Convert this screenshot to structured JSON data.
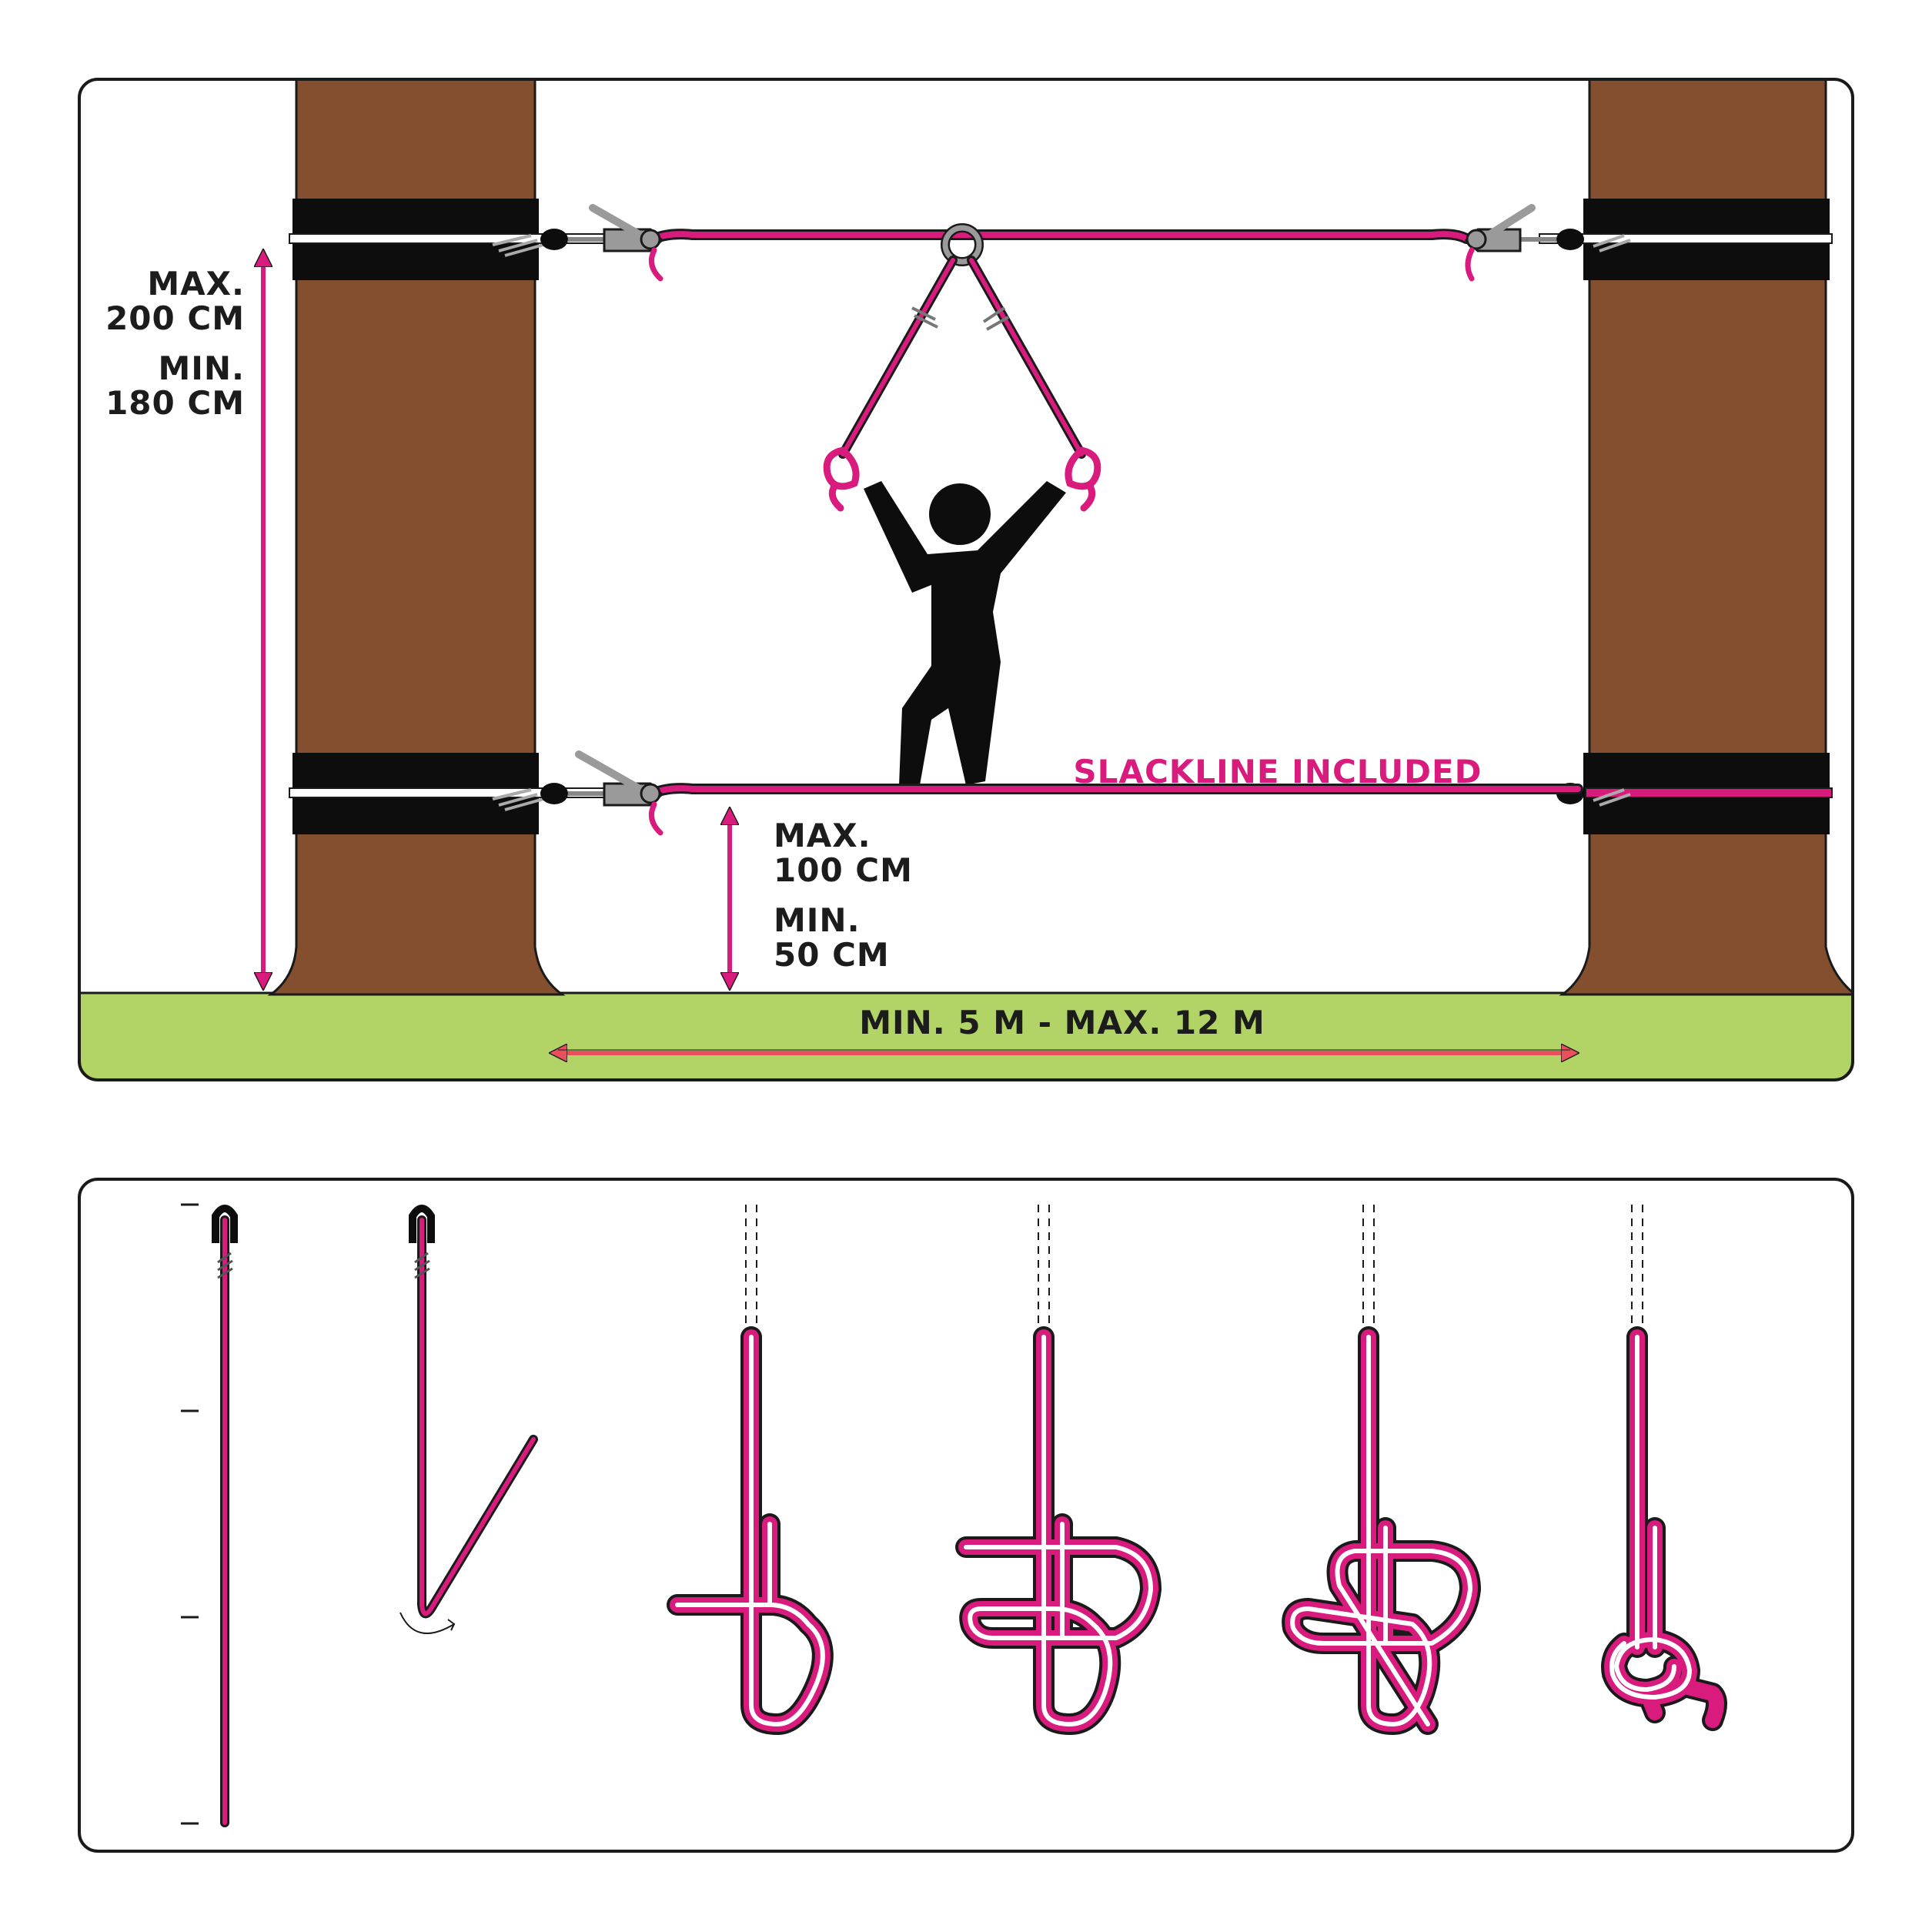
{
  "setup_panel": {
    "upper_height": {
      "max_label": "MAX.",
      "max_value": "200 CM",
      "min_label": "MIN.",
      "min_value": "180 CM"
    },
    "lower_height": {
      "max_label": "MAX.",
      "max_value": "100 CM",
      "min_label": "MIN.",
      "min_value": "50 CM"
    },
    "slackline_label": "SLACKLINE INCLUDED",
    "distance_label": "MIN. 5 M - MAX. 12 M"
  },
  "knot_panel": {
    "steps": 6
  },
  "colors": {
    "rope": "#d81b7d",
    "trunk": "#834f2e",
    "grass": "#b2d366",
    "strap": "#0d0d0d",
    "distance_arrow": "#e8505b",
    "panel_border": "#1a1a1a"
  },
  "icons": [
    "tree-trunk",
    "tree-strap",
    "ratchet-icon",
    "ring-icon",
    "person-icon",
    "knot-step-icon"
  ]
}
